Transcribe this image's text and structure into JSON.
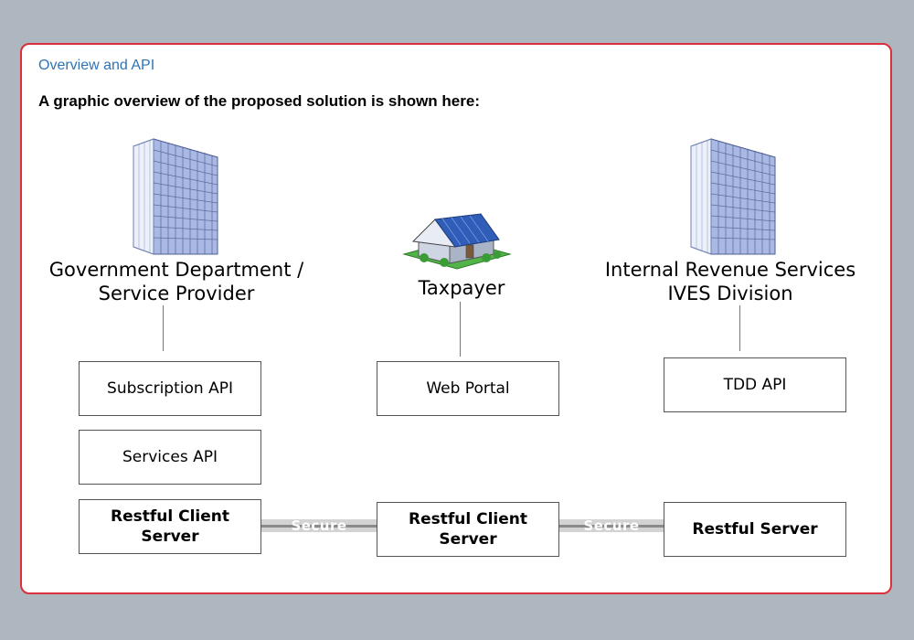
{
  "header": {
    "section_title": "Overview and API",
    "intro": "A graphic overview of the proposed solution is shown here:"
  },
  "nodes": {
    "government": {
      "label": "Government Department /\nService Provider",
      "icon": "office-building-icon"
    },
    "taxpayer": {
      "label": "Taxpayer",
      "icon": "house-icon"
    },
    "irs": {
      "label": "Internal Revenue Services\nIVES Division",
      "icon": "office-building-icon"
    }
  },
  "boxes": {
    "subscription_api": "Subscription API",
    "services_api": "Services API",
    "gov_restful_client": "Restful Client\nServer",
    "web_portal": "Web Portal",
    "taxpayer_restful_client": "Restful Client\nServer",
    "tdd_api": "TDD API",
    "restful_server": "Restful Server"
  },
  "channels": {
    "left": "Secure",
    "right": "Secure"
  },
  "colors": {
    "frame_border": "#d9303b",
    "title": "#2e74b5",
    "background": "#aeb7bf"
  }
}
